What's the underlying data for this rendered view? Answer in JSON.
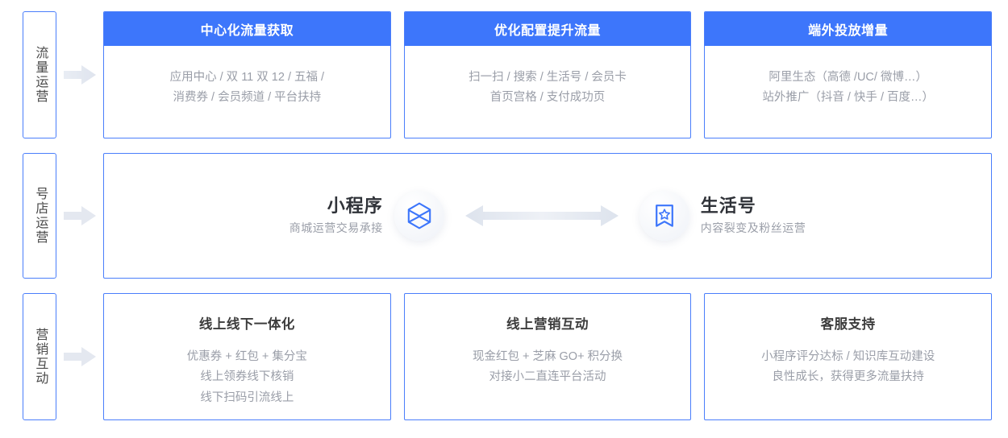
{
  "rows": [
    {
      "side_label": "流量运营",
      "arrow_icon": "arrow-right-icon",
      "cards": [
        {
          "header": "中心化流量获取",
          "lines": [
            "应用中心 / 双 11 双 12 / 五福 /",
            "消费券 / 会员频道 / 平台扶持"
          ]
        },
        {
          "header": "优化配置提升流量",
          "lines": [
            "扫一扫 / 搜索 / 生活号 / 会员卡",
            "首页宫格 / 支付成功页"
          ]
        },
        {
          "header": "端外投放增量",
          "lines": [
            "阿里生态（高德 /UC/ 微博…）",
            "站外推广（抖音 / 快手 / 百度…）"
          ]
        }
      ]
    },
    {
      "side_label": "号店运营",
      "arrow_icon": "arrow-right-icon",
      "panel": {
        "left_node": {
          "title": "小程序",
          "subtitle": "商城运营交易承接",
          "icon": "mini-program-hexagon-icon"
        },
        "connector_icon": "bidirectional-arrow-icon",
        "right_node": {
          "title": "生活号",
          "subtitle": "内容裂变及粉丝运营",
          "icon": "life-account-bookmark-star-icon"
        }
      }
    },
    {
      "side_label": "营销互动",
      "arrow_icon": "arrow-right-icon",
      "cards": [
        {
          "title": "线上线下一体化",
          "lines": [
            "优惠券 + 红包 + 集分宝",
            "线上领券线下核销",
            "线下扫码引流线上"
          ]
        },
        {
          "title": "线上营销互动",
          "lines": [
            "现金红包 + 芝麻 GO+ 积分换",
            "对接小二直连平台活动"
          ]
        },
        {
          "title": "客服支持",
          "lines": [
            "小程序评分达标 / 知识库互动建设",
            "良性成长，获得更多流量扶持"
          ]
        }
      ]
    }
  ],
  "colors": {
    "accent_blue": "#3d76fb",
    "border_blue": "#4a7efb",
    "body_text_gray": "#9a9ea8",
    "title_dark": "#3c3c3c",
    "arrow_gray": "#e4e8f0"
  }
}
